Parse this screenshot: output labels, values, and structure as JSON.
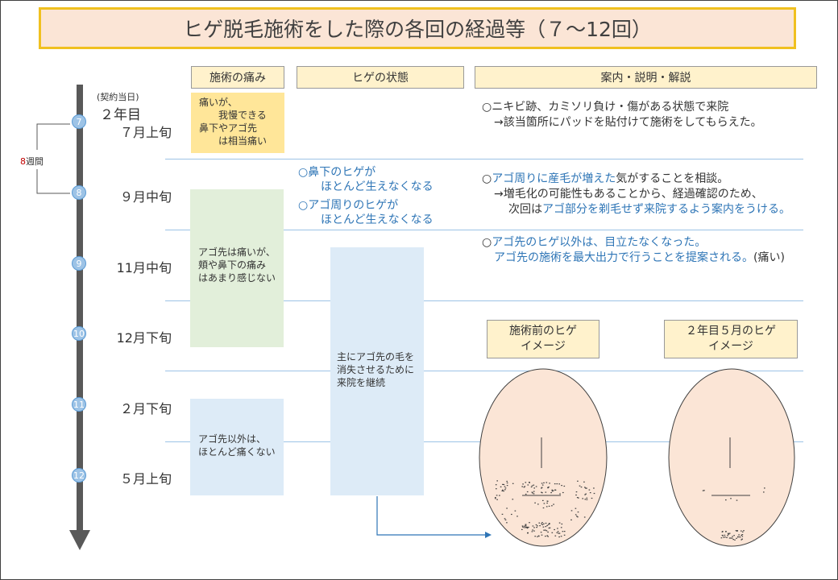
{
  "title": "ヒゲ脱毛施術をした際の各回の経過等（７～12回）",
  "headers": {
    "pain": "施術の痛み",
    "state": "ヒゲの状態",
    "guide": "案内・説明・解説"
  },
  "contract": {
    "note": "(契約当日)",
    "year": "２年目"
  },
  "interval": "8",
  "interval_unit": "週間",
  "timeline": [
    {
      "num": "7",
      "label": "７月上旬"
    },
    {
      "num": "8",
      "label": "９月中旬"
    },
    {
      "num": "9",
      "label": "11月中旬"
    },
    {
      "num": "10",
      "label": "12月下旬"
    },
    {
      "num": "11",
      "label": "２月下旬"
    },
    {
      "num": "12",
      "label": "５月上旬"
    }
  ],
  "pain_notes": {
    "p1": "痛いが、\n　　我慢できる\n鼻下やアゴ先\n　　は相当痛い",
    "p2": "アゴ先は痛いが、\n頬や鼻下の痛み\nはあまり感じない",
    "p3": "アゴ先以外は、\nほとんど痛くない"
  },
  "state_notes": {
    "s1": "○鼻下のヒゲが\n　　ほとんど生えなくなる",
    "s2": "○アゴ周りのヒゲが\n　　ほとんど生えなくなる",
    "s3": "主にアゴ先の毛を\n消失させるために\n来院を継続"
  },
  "guide_notes": {
    "g1": "○ニキビ跡、カミソリ負け・傷がある状態で来院",
    "g1b": "→該当箇所にパッドを貼付けて施術をしてもらえた。",
    "g2a": "○",
    "g2b": "アゴ周りに産毛が増えた",
    "g2c": "気がすることを相談。",
    "g2d": "→増毛化の可能性もあることから、経過確認のため、",
    "g2e": "次回は",
    "g2f": "アゴ部分を剃毛せず来院するよう案内をうける。",
    "g3a": "○",
    "g3b": "アゴ先のヒゲ以外は、目立たなくなった。",
    "g3c": "アゴ先の施術を最大出力で行うことを提案される。",
    "g3d": "(痛い)"
  },
  "images": {
    "before": "施術前のヒゲ\nイメージ",
    "after": "２年目５月のヒゲ\nイメージ"
  },
  "colors": {
    "pain_yellow": "#ffe699",
    "green": "#e2efda",
    "blue": "#ddebf7",
    "egg": "#fbe5d6"
  }
}
